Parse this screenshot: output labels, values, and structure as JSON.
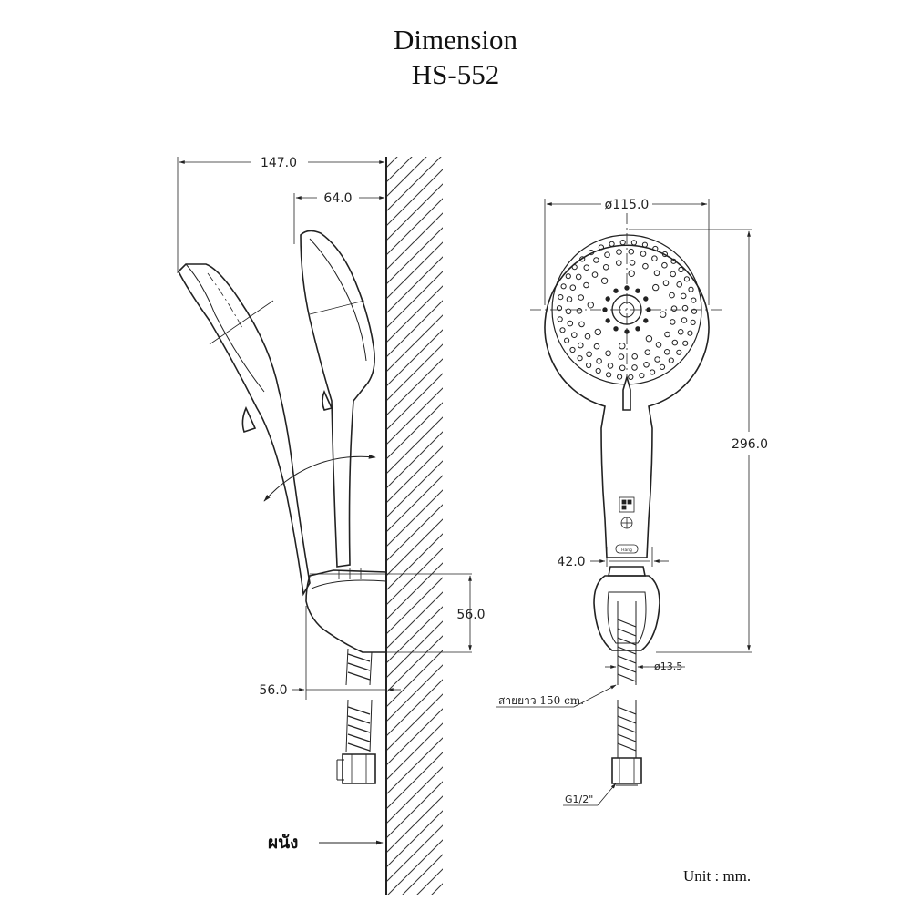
{
  "title": {
    "line1": "Dimension",
    "line2": "HS-552"
  },
  "unit": "Unit : mm.",
  "side_view": {
    "dim_total_depth": "147.0",
    "dim_head_depth": "64.0",
    "dim_holder_height": "56.0",
    "dim_holder_depth": "56.0",
    "wall_label": "ผนัง"
  },
  "front_view": {
    "dim_head_diameter": "ø115.0",
    "dim_total_length": "296.0",
    "dim_handle_width": "42.0",
    "dim_hose_diameter": "ø13.5",
    "hose_length_label": "สายยาว 150  cm.",
    "thread_label": "G1/2\"",
    "brand_mark": "Hang"
  }
}
